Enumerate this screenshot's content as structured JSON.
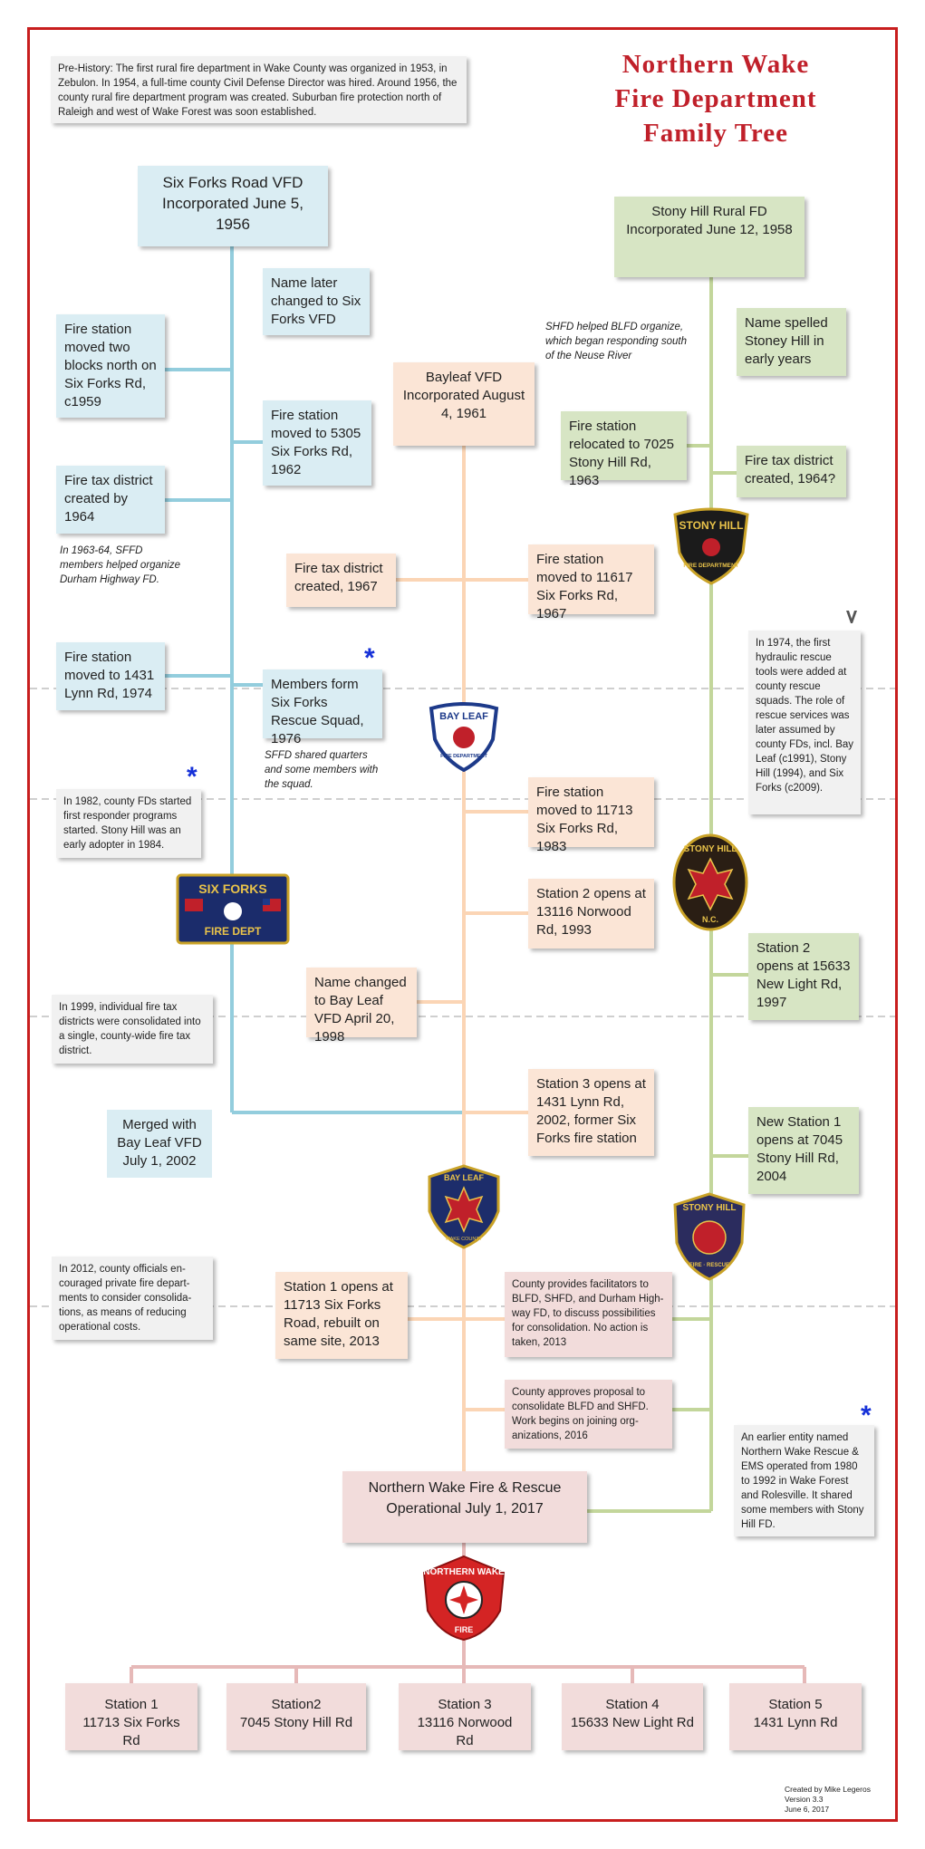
{
  "title": [
    "Northern Wake",
    "Fire Department",
    "Family Tree"
  ],
  "prehistory": "Pre-History: The first rural fire department in Wake County was organized in 1953, in Zebulon. In 1954, a full-time county Civil Defense Director was hired. Around 1956, the county rural fire department program was created. Suburban fire protection north of Raleigh and west of Wake Forest was soon established.",
  "sixforks": {
    "root": "Six Forks Road VFD Incorporated June 5, 1956",
    "name_change": "Name later changed to Six Forks VFD",
    "moved_north": "Fire station moved two blocks north on Six Forks Rd, c1959",
    "moved_5305": "Fire station moved to 5305 Six Forks Rd, 1962",
    "tax_district": "Fire tax district created by 1964",
    "durham_note": "In 1963-64, SFFD members helped organize Durham Highway FD.",
    "moved_1431": "Fire station moved to 1431 Lynn Rd, 1974",
    "rescue_squad": "Members form Six Forks Rescue Squad, 1976",
    "shared_note": "SFFD shared quarters and some members with the squad.",
    "merged": "Merged with Bay Leaf VFD July 1, 2002",
    "patch_text": [
      "SIX FORKS",
      "FIRE DEPT"
    ]
  },
  "stonyhill": {
    "root": "Stony Hill Rural FD Incorporated June 12, 1958",
    "helped_note": "SHFD helped BLFD organize, which began responding south of the Neuse River",
    "spelled": "Name spelled Stoney Hill in early years",
    "relocated": "Fire station relocated to 7025 Stony Hill Rd, 1963",
    "tax_district": "Fire tax district created, 1964?",
    "station2": "Station 2 opens at 15633 New Light Rd, 1997",
    "new_station1": "New Station 1 opens at 7045 Stony Hill Rd, 2004",
    "badge1": [
      "STONY HILL",
      "FIRE DEPARTMENT"
    ],
    "badge2": [
      "STONY HILL",
      "N.C."
    ],
    "badge3": [
      "STONY HILL",
      "FIRE · RESCUE"
    ]
  },
  "bayleaf": {
    "root": "Bayleaf VFD Incorporated August 4, 1961",
    "tax_district": "Fire tax district created, 1967",
    "moved_11617": "Fire station moved to 11617 Six Forks Rd, 1967",
    "moved_11713": "Fire station moved to 11713 Six Forks Rd, 1983",
    "station2": "Station 2 opens at 13116 Norwood Rd, 1993",
    "name_changed": "Name changed to Bay Leaf VFD April 20, 1998",
    "station3": "Station 3 opens at 1431 Lynn Rd, 2002, former Six Forks fire station",
    "station1_rebuilt": "Station 1 opens at 11713 Six Forks Road, rebuilt on same site, 2013",
    "badge1": [
      "BAY LEAF",
      "FIRE DEPARTMENT"
    ],
    "badge2": [
      "BAY LEAF",
      "WAKE COUNTY"
    ]
  },
  "county": {
    "facilitators": "County provides facilitators to BLFD, SHFD, and Durham High-way FD, to discuss possibilities for consolidation. No action is taken, 2013",
    "approves": "County approves proposal to consolidate BLFD and SHFD. Work begins on joining org-anizations, 2016"
  },
  "side_notes": {
    "rescue_1974": "In 1974, the first hydraulic rescue tools were added at county rescue squads. The role of rescue services was later assumed by county FDs, incl. Bay Leaf (c1991), Stony Hill (1994), and Six Forks (c2009).",
    "first_responder_1982": "In 1982, county FDs started first responder programs started. Stony Hill was an early adopter in 1984.",
    "tax_1999": "In 1999, individual fire tax districts were consolidated into a single, county-wide fire tax district.",
    "consolidate_2012": "In 2012, county officials en-couraged private fire depart-ments to consider consolida-tions, as means of reducing operational costs.",
    "northern_wake_rescue": "An earlier entity named Northern Wake Rescue & EMS operated from 1980 to 1992 in Wake Forest and Rolesville. It shared some members with Stony Hill FD."
  },
  "northern_wake": {
    "root": "Northern Wake Fire & Rescue Operational July 1, 2017",
    "logo_text": [
      "NORTHERN WAKE",
      "FIRE"
    ],
    "stations": [
      {
        "name": "Station 1",
        "address": "11713 Six Forks Rd"
      },
      {
        "name": "Station2",
        "address": "7045 Stony Hill Rd"
      },
      {
        "name": "Station 3",
        "address": "13116 Norwood Rd"
      },
      {
        "name": "Station 4",
        "address": "15633 New Light Rd"
      },
      {
        "name": "Station 5",
        "address": "1431 Lynn Rd"
      }
    ]
  },
  "credit": [
    "Created by Mike Legeros",
    "Version 3.3",
    "June 6, 2017"
  ],
  "colors": {
    "frame": "#c81e1e",
    "title": "#c0202a",
    "sixforks_line": "#93cddd",
    "stonyhill_line": "#c3d69b",
    "bayleaf_line": "#fbd5b5",
    "northernwake_line": "#e6b9b8",
    "star": "#1530d8"
  }
}
